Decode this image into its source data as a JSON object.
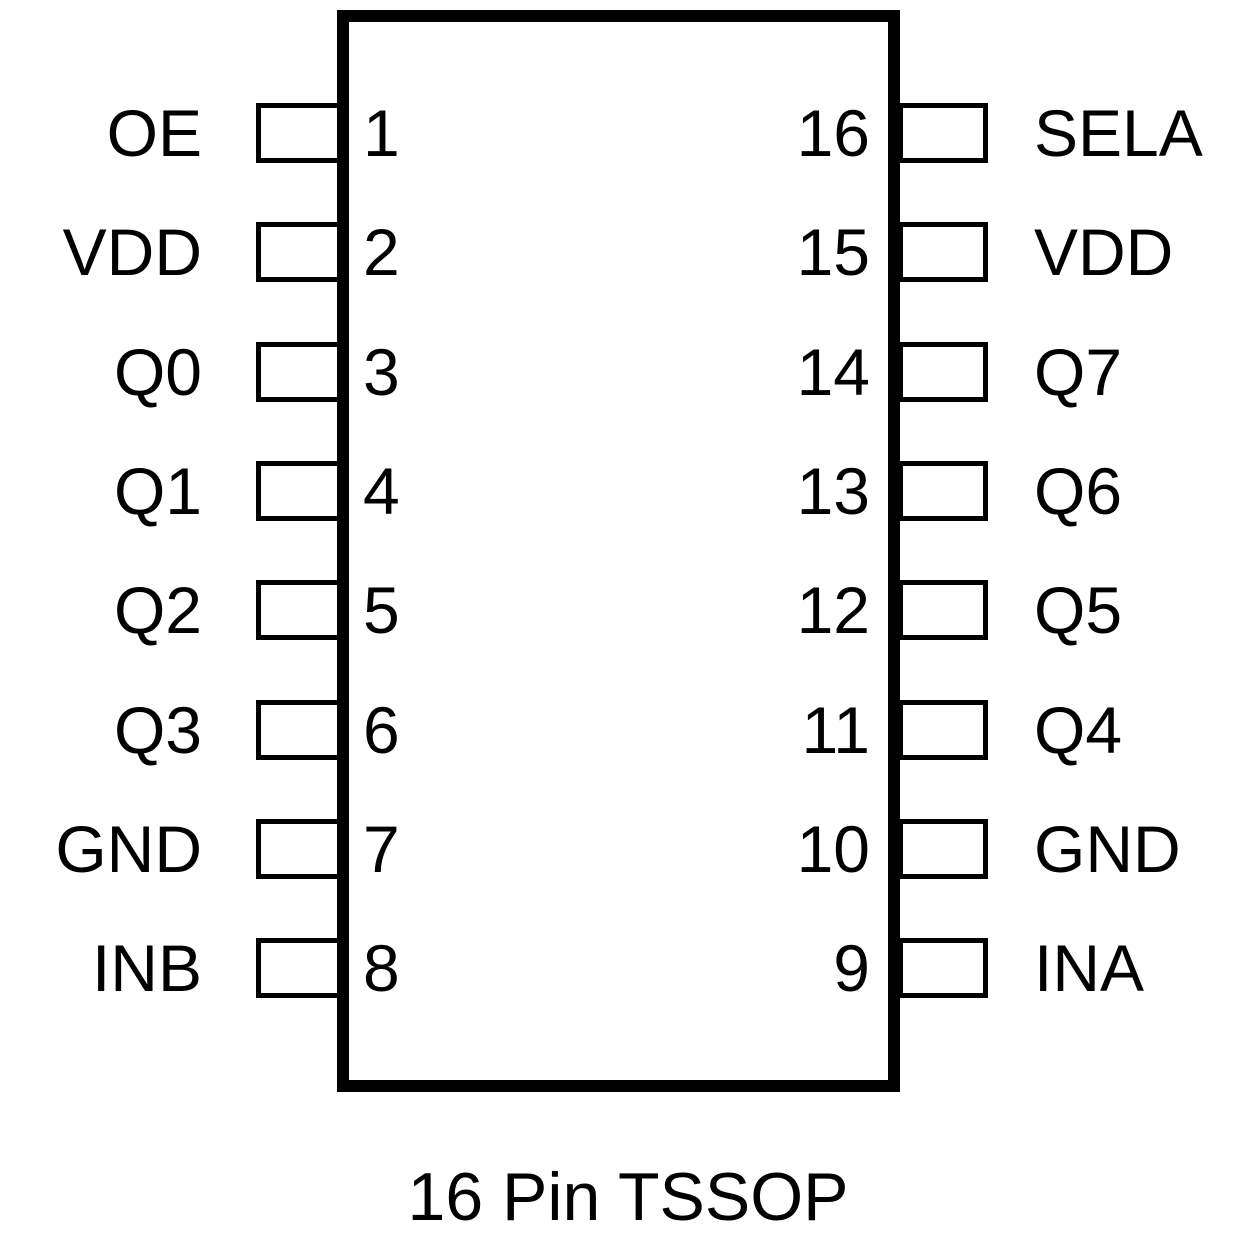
{
  "diagram": {
    "type": "ic-pinout",
    "package": "16 Pin TSSOP",
    "caption": "16 Pin TSSOP",
    "pin_count": 16,
    "body": {
      "fill_color": "#ffffff",
      "outline_color": "#000000"
    },
    "left_pins": [
      {
        "number": "1",
        "label": "OE"
      },
      {
        "number": "2",
        "label": "VDD"
      },
      {
        "number": "3",
        "label": "Q0"
      },
      {
        "number": "4",
        "label": "Q1"
      },
      {
        "number": "5",
        "label": "Q2"
      },
      {
        "number": "6",
        "label": "Q3"
      },
      {
        "number": "7",
        "label": "GND"
      },
      {
        "number": "8",
        "label": "INB"
      }
    ],
    "right_pins": [
      {
        "number": "16",
        "label": "SELA"
      },
      {
        "number": "15",
        "label": "VDD"
      },
      {
        "number": "14",
        "label": "Q7"
      },
      {
        "number": "13",
        "label": "Q6"
      },
      {
        "number": "12",
        "label": "Q5"
      },
      {
        "number": "11",
        "label": "Q4"
      },
      {
        "number": "10",
        "label": "GND"
      },
      {
        "number": "9",
        "label": "INA"
      }
    ]
  }
}
